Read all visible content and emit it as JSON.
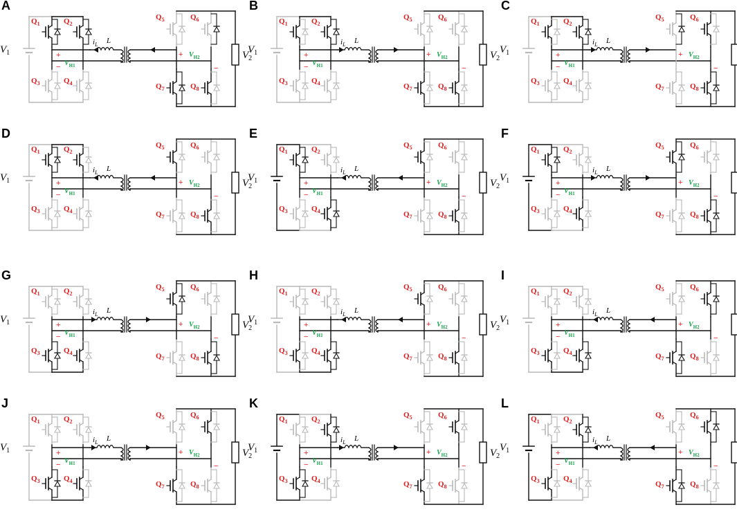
{
  "colors": {
    "conducting": "#111111",
    "inactive": "#b8b8b8",
    "switch_label": "#e01b1b",
    "bridge_voltage": "#16a34a",
    "polarity": "#e01b1b"
  },
  "labels": {
    "source_v": "V",
    "source_sub": "1",
    "load_v": "V",
    "load_sub": "2",
    "bridge1_v": "V",
    "bridge1_sub": "H1",
    "bridge2_v": "V",
    "bridge2_sub": "H2",
    "current": "i",
    "current_sub": "L",
    "inductor": "L",
    "plus": "+",
    "minus": "−",
    "switch_prefix": "Q",
    "switch_numbers": [
      "1",
      "2",
      "3",
      "4",
      "5",
      "6",
      "7",
      "8"
    ]
  },
  "panels": [
    {
      "letter": "A",
      "on": [
        "Q1",
        "Q2",
        "Q7",
        "Q8"
      ],
      "diode": [
        "Q1",
        "Q2",
        "Q6",
        "Q7"
      ],
      "source_active": false,
      "left_active": [
        "Q1",
        "Q2"
      ],
      "current_dir": "left"
    },
    {
      "letter": "B",
      "on": [
        "Q1",
        "Q2",
        "Q7",
        "Q8"
      ],
      "diode": [
        "Q2"
      ],
      "source_active": false,
      "left_active": [
        "Q1",
        "Q2"
      ],
      "current_dir": "right"
    },
    {
      "letter": "C",
      "on": [
        "Q1",
        "Q2",
        "Q6",
        "Q8"
      ],
      "diode": [
        "Q2",
        "Q5",
        "Q8"
      ],
      "source_active": false,
      "left_active": [
        "Q1",
        "Q2"
      ],
      "current_dir": "right"
    },
    {
      "letter": "D",
      "on": [
        "Q1",
        "Q2",
        "Q5",
        "Q8"
      ],
      "diode": [
        "Q1"
      ],
      "source_active": false,
      "left_active": [
        "Q1",
        "Q2"
      ],
      "current_dir": "left"
    },
    {
      "letter": "E",
      "on": [
        "Q1",
        "Q4",
        "Q5",
        "Q8"
      ],
      "diode": [
        "Q1",
        "Q4"
      ],
      "source_active": true,
      "left_active": [
        "Q1",
        "Q4"
      ],
      "current_dir": "left"
    },
    {
      "letter": "F",
      "on": [
        "Q1",
        "Q4",
        "Q5",
        "Q8"
      ],
      "diode": [
        "Q1",
        "Q5",
        "Q8"
      ],
      "source_active": true,
      "left_active": [
        "Q1",
        "Q4"
      ],
      "current_dir": "right"
    },
    {
      "letter": "G",
      "on": [
        "Q3",
        "Q4",
        "Q5",
        "Q8"
      ],
      "diode": [
        "Q3",
        "Q5",
        "Q8"
      ],
      "source_active": false,
      "left_active": [
        "Q3",
        "Q4"
      ],
      "current_dir": "right"
    },
    {
      "letter": "H",
      "on": [
        "Q3",
        "Q4",
        "Q5",
        "Q8"
      ],
      "diode": [
        "Q4"
      ],
      "source_active": false,
      "left_active": [
        "Q3",
        "Q4"
      ],
      "current_dir": "left"
    },
    {
      "letter": "I",
      "on": [
        "Q3",
        "Q4",
        "Q6",
        "Q7"
      ],
      "diode": [
        "Q4",
        "Q6",
        "Q7"
      ],
      "source_active": false,
      "left_active": [
        "Q3",
        "Q4"
      ],
      "current_dir": "left"
    },
    {
      "letter": "J",
      "on": [
        "Q3",
        "Q4",
        "Q6",
        "Q7"
      ],
      "diode": [
        "Q3"
      ],
      "source_active": false,
      "left_active": [
        "Q3",
        "Q4"
      ],
      "current_dir": "right"
    },
    {
      "letter": "K",
      "on": [
        "Q2",
        "Q3",
        "Q6",
        "Q7"
      ],
      "diode": [
        "Q2",
        "Q3"
      ],
      "source_active": true,
      "left_active": [
        "Q2",
        "Q3"
      ],
      "current_dir": "right"
    },
    {
      "letter": "L",
      "on": [
        "Q2",
        "Q3",
        "Q6",
        "Q7"
      ],
      "diode": [
        "Q2",
        "Q6",
        "Q7"
      ],
      "source_active": true,
      "left_active": [
        "Q2",
        "Q3"
      ],
      "current_dir": "left"
    }
  ]
}
